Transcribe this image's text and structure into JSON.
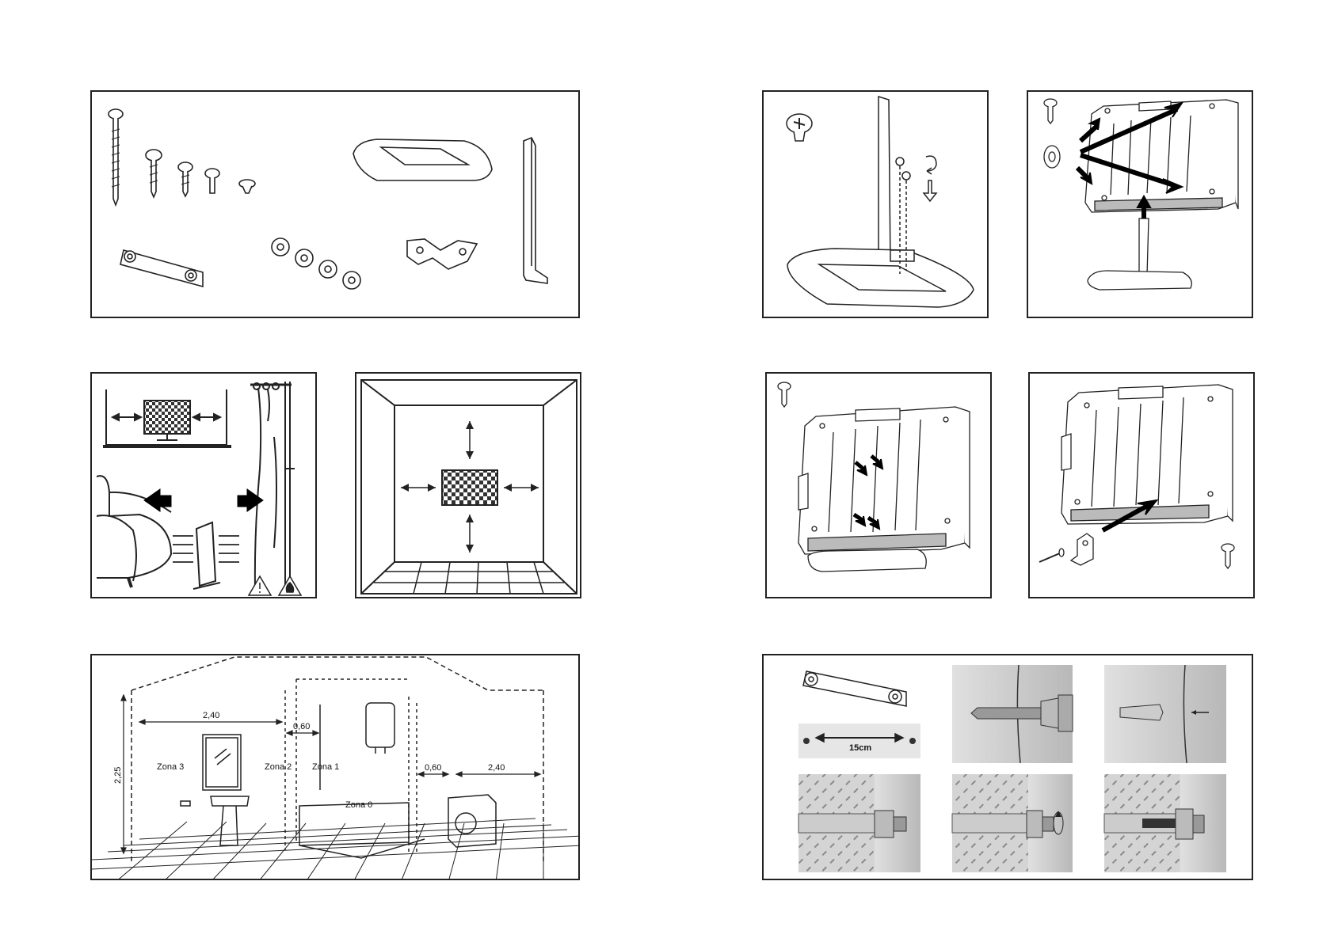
{
  "bathroom": {
    "dim_240_left": "2,40",
    "dim_060_left": "0,60",
    "dim_060_right": "0,60",
    "dim_240_right": "2,40",
    "dim_height": "2,25",
    "zona3": "Zona 3",
    "zona2": "Zona 2",
    "zona1": "Zona 1",
    "zona0": "Zona 0"
  },
  "wall_mount": {
    "spacing_label": "15cm"
  },
  "colors": {
    "line": "#222222",
    "photo_bg": "#d9d9d9",
    "checker_dark": "#333333"
  }
}
